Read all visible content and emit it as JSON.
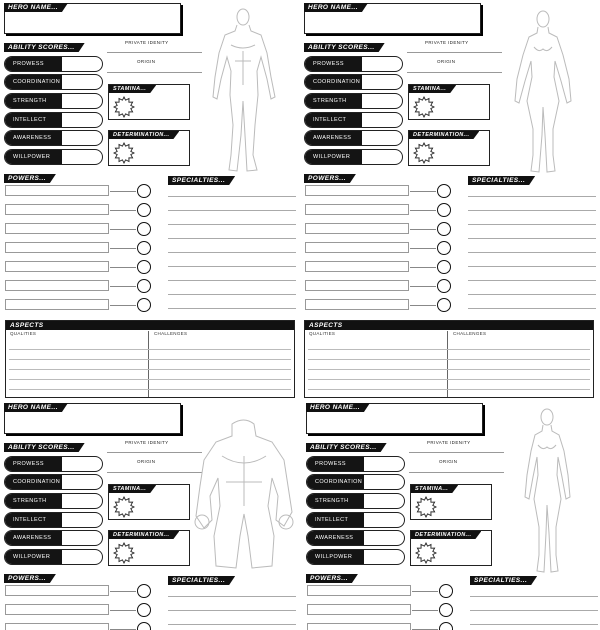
{
  "labels": {
    "hero_name": "HERO NAME...",
    "ability_scores": "ABILITY SCORES...",
    "private_identity": "PRIVATE IDENITY",
    "origin": "ORIGIN",
    "stamina": "STAMINA...",
    "determination": "DETERMINATION...",
    "powers": "POWERS...",
    "specialties": "SPECIALTIES...",
    "aspects": "ASPECTS",
    "qualities": "QUALITIES",
    "challenges": "CHALLENGES"
  },
  "abilities": [
    "PROWESS",
    "COORDINATION",
    "STRENGTH",
    "INTELLECT",
    "AWARENESS",
    "WILLPOWER"
  ],
  "figure_icons": [
    "male-hero-figure-icon",
    "female-hero-figure-icon",
    "hulk-hero-figure-icon",
    "female-hero-figure-icon"
  ],
  "colors": {
    "ink": "#111111",
    "line": "#999999",
    "paper": "#ffffff"
  }
}
